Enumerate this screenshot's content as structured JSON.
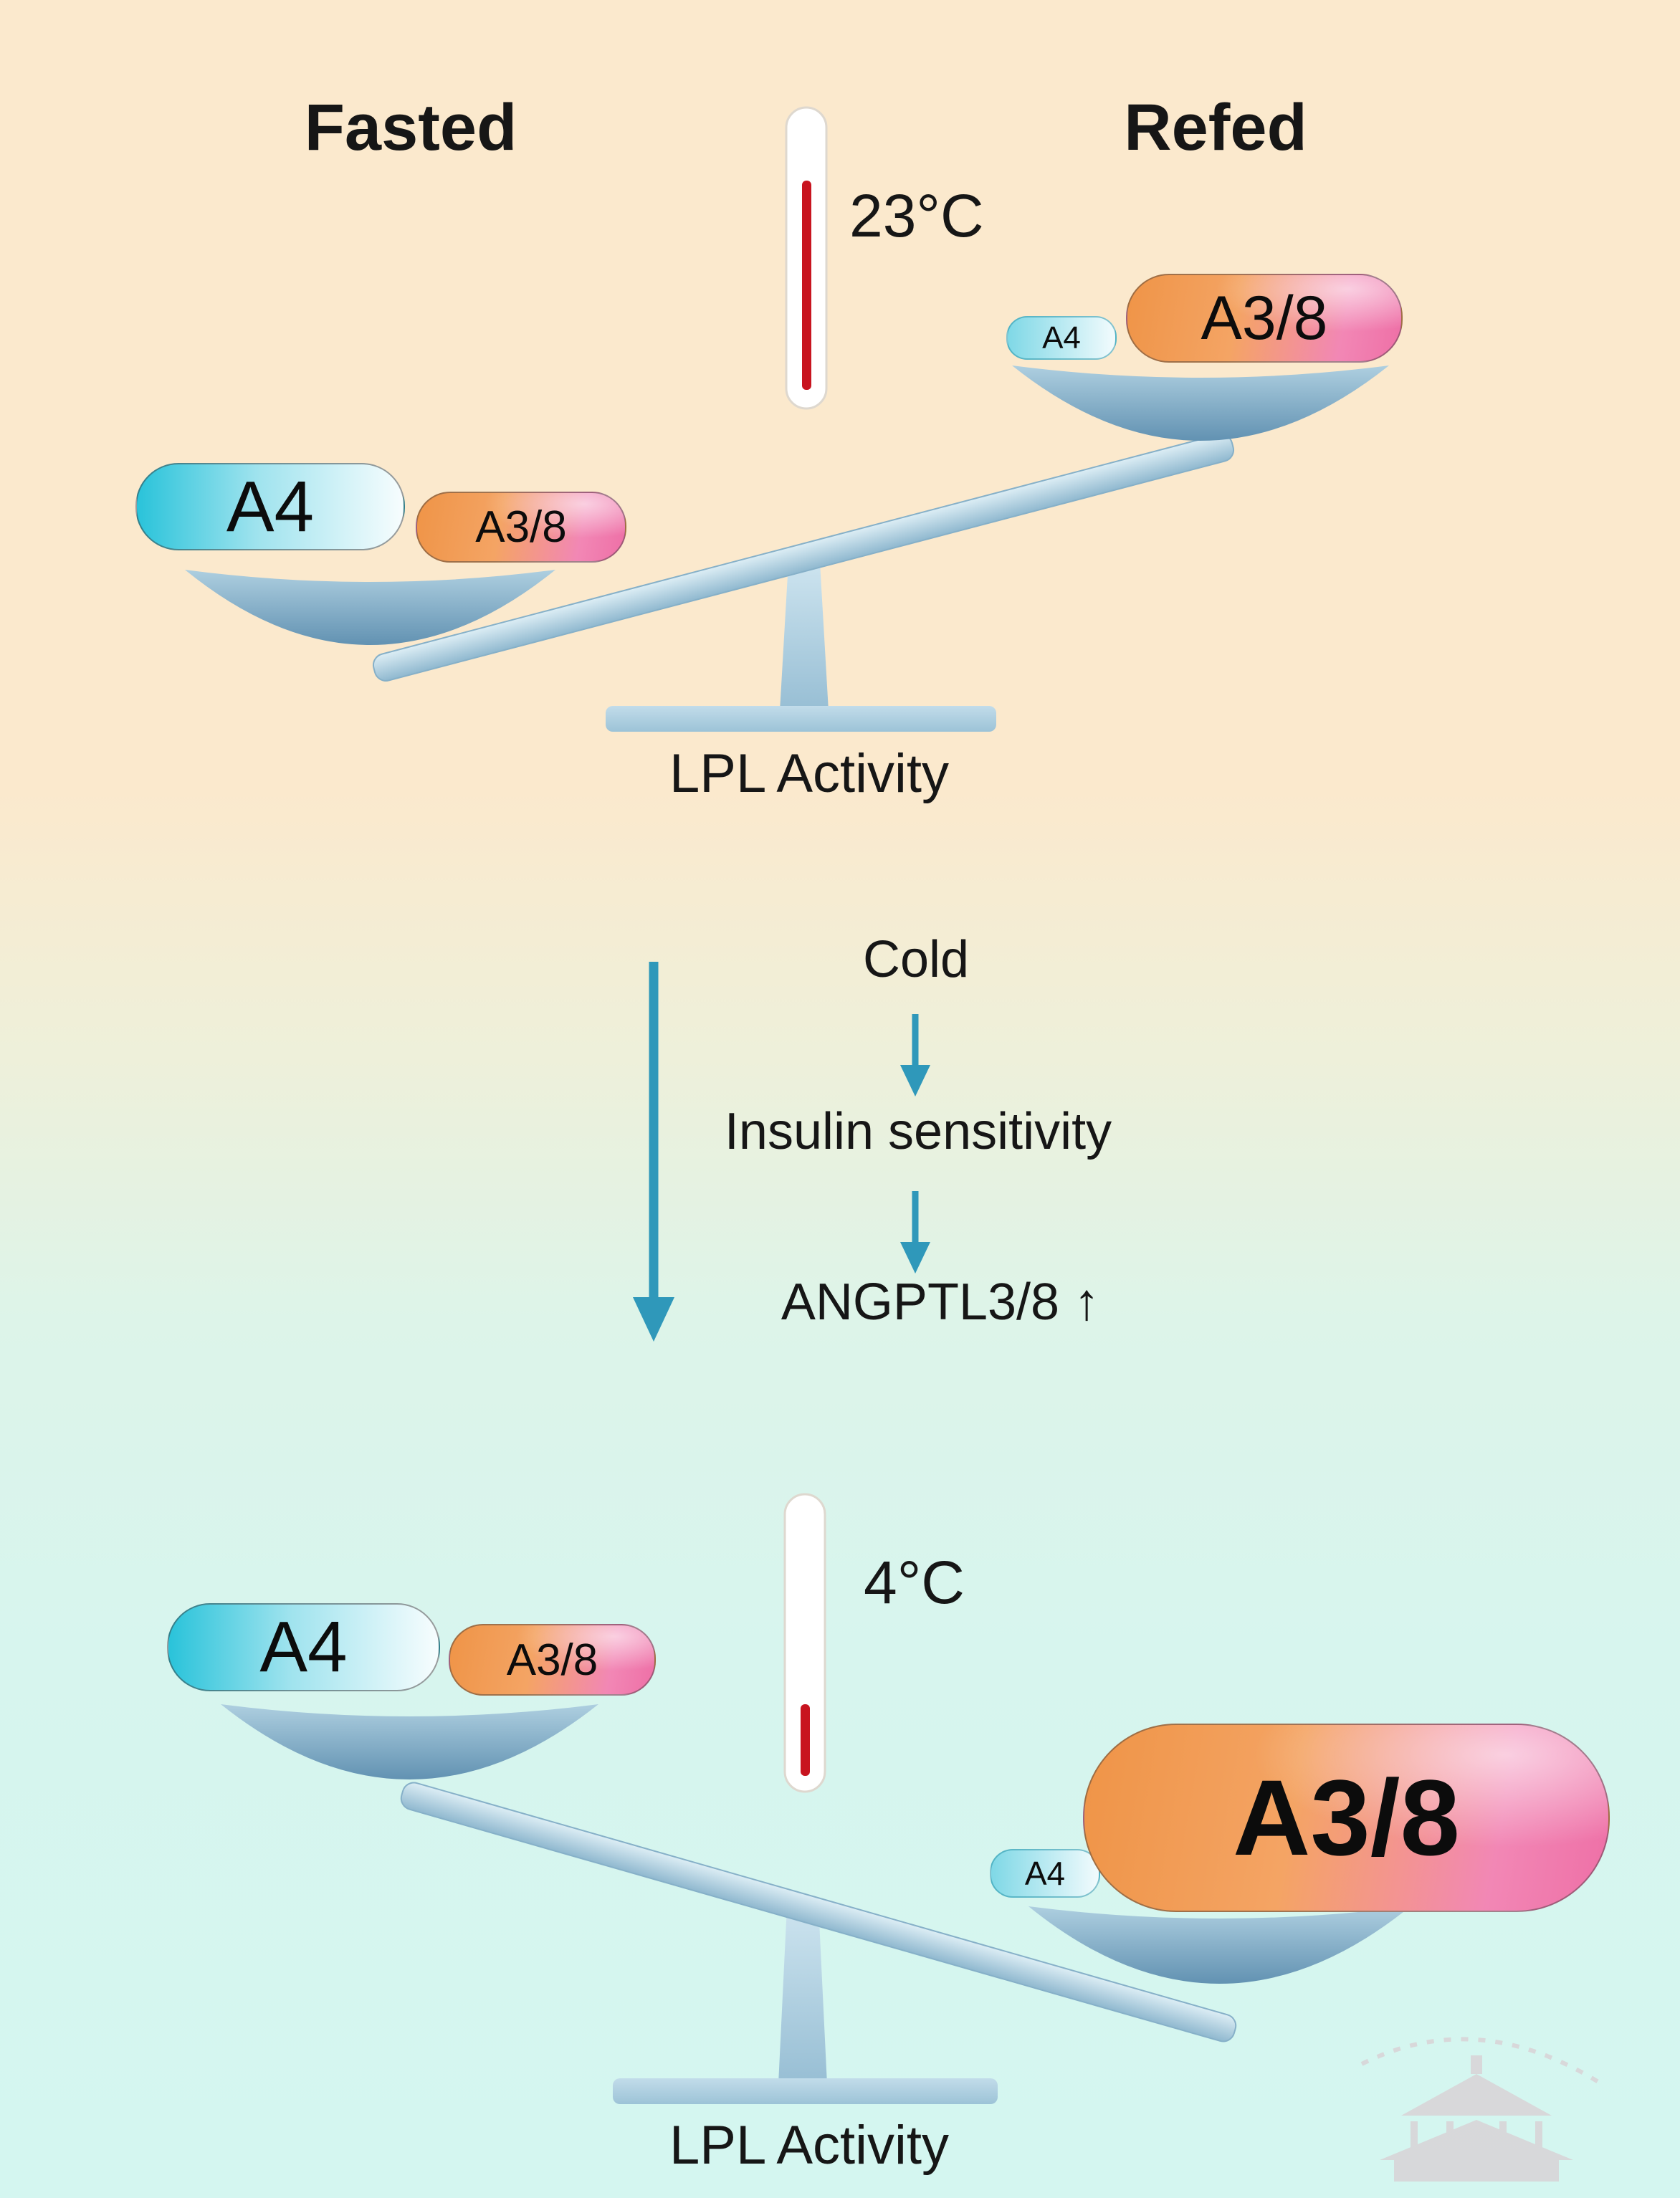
{
  "colors": {
    "bg_top": "#fbe9cd",
    "bg_bottom": "#d4f6f0",
    "accent_teal": "#2f98ba",
    "pill_cyan_start": "#29c3da",
    "pill_warm_start": "#ef9447",
    "pill_warm_end": "#ee6fa6",
    "scale_blue": "#6e9cba",
    "mercury_red": "#c8141f"
  },
  "top_panel": {
    "left_state_label": "Fasted",
    "right_state_label": "Refed",
    "temperature_label": "23°C",
    "scale_label": "LPL Activity",
    "left_pan_pills": {
      "a4": "A4",
      "a38": "A3/8"
    },
    "right_pan_pills": {
      "a4": "A4",
      "a38": "A3/8"
    }
  },
  "cascade": {
    "step_cold": "Cold",
    "step_insulin": "Insulin sensitivity",
    "step_angptl": "ANGPTL3/8 ↑"
  },
  "bottom_panel": {
    "temperature_label": "4°C",
    "scale_label": "LPL Activity",
    "left_pan_pills": {
      "a4": "A4",
      "a38": "A3/8"
    },
    "right_pan_pills": {
      "a4": "A4",
      "a38": "A3/8"
    }
  }
}
